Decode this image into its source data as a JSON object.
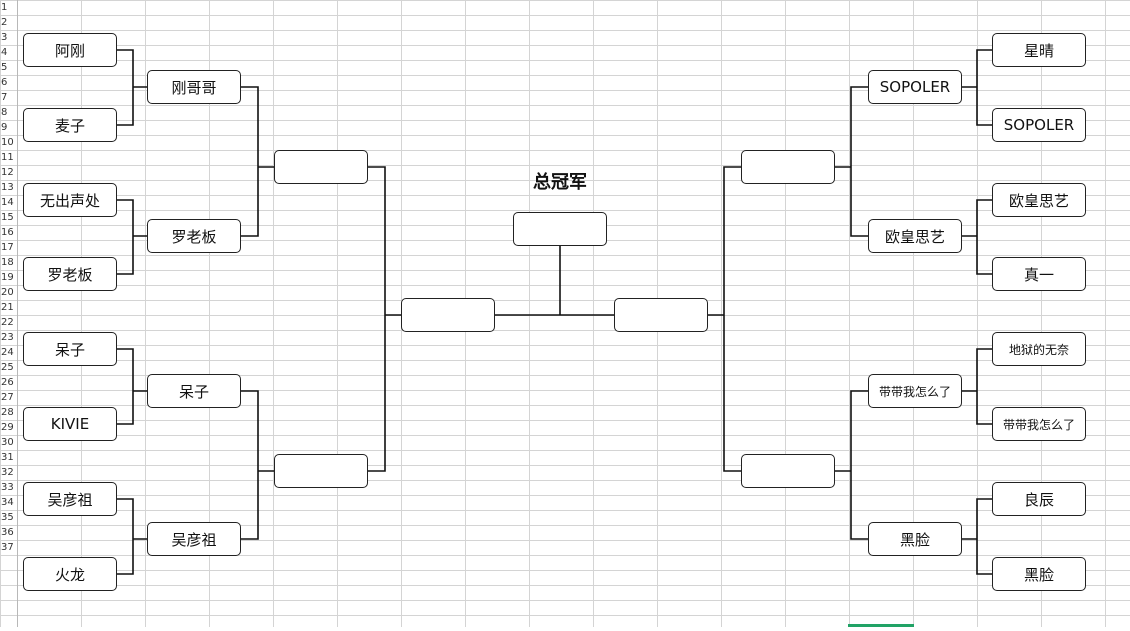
{
  "sheet": {
    "row_numbers": [
      "1",
      "2",
      "3",
      "4",
      "5",
      "6",
      "7",
      "8",
      "9",
      "10",
      "11",
      "12",
      "13",
      "14",
      "15",
      "16",
      "17",
      "18",
      "19",
      "20",
      "21",
      "22",
      "23",
      "24",
      "25",
      "26",
      "27",
      "28",
      "29",
      "30",
      "31",
      "32",
      "33",
      "34",
      "35",
      "36",
      "37"
    ]
  },
  "bracket": {
    "final_title": "总冠军",
    "left": {
      "round1": [
        "阿刚",
        "麦子",
        "无出声处",
        "罗老板",
        "呆子",
        "KIVIE",
        "吴彦祖",
        "火龙"
      ],
      "round2": [
        "刚哥哥",
        "罗老板",
        "呆子",
        "吴彦祖"
      ],
      "round3": [
        "",
        ""
      ],
      "semifinal": ""
    },
    "right": {
      "round1": [
        "星晴",
        "SOPOLER",
        "欧皇思艺",
        "真一",
        "地狱的无奈",
        "带带我怎么了",
        "良辰",
        "黑脸"
      ],
      "round2": [
        "SOPOLER",
        "欧皇思艺",
        "带带我怎么了",
        "黑脸"
      ],
      "round3": [
        "",
        ""
      ],
      "semifinal": ""
    },
    "champion": ""
  }
}
